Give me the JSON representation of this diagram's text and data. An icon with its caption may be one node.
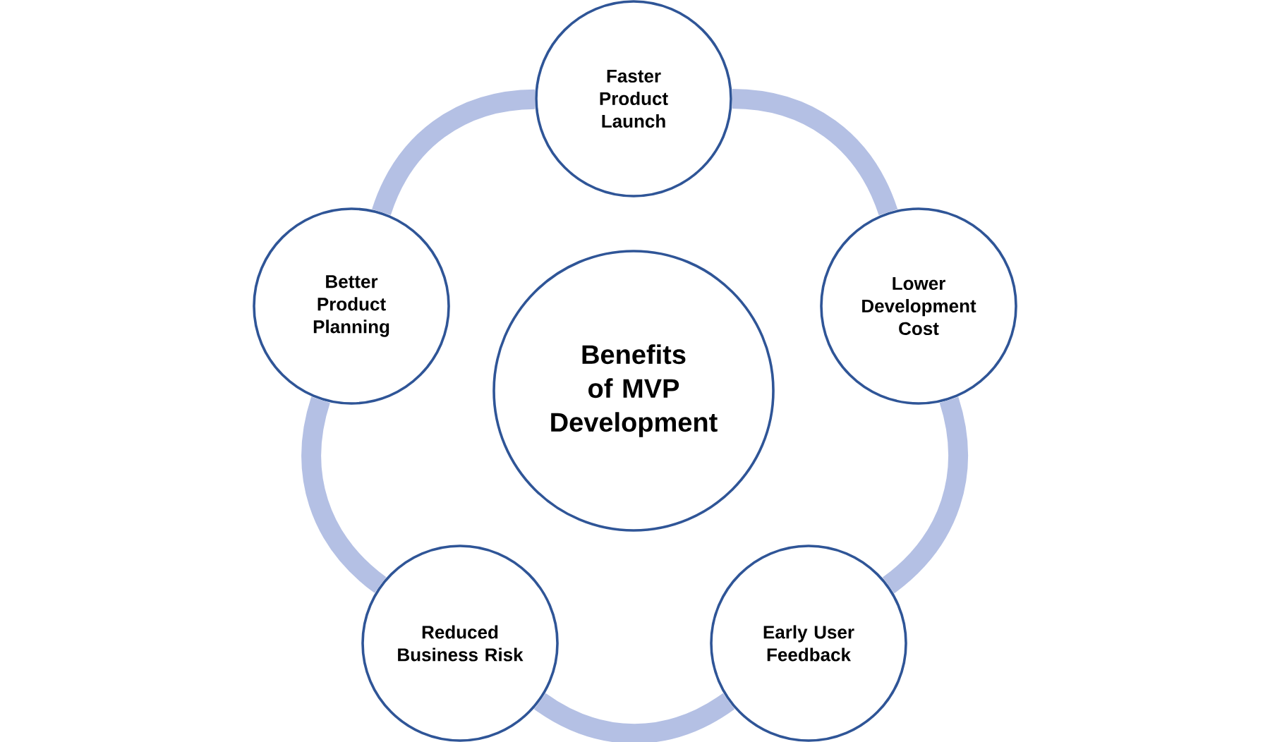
{
  "diagram": {
    "nodes": [
      {
        "text": [
          "Benefits of MVP Development"
        ]
      },
      {
        "text": [
          "Faster Product Launch"
        ]
      },
      {
        "text": [
          "Lower Development Cost"
        ]
      },
      {
        "text": [
          "Early User Feedback"
        ]
      },
      {
        "text": [
          "Reduced Business Risk"
        ]
      },
      {
        "text": [
          "Better Product Planning"
        ]
      }
    ],
    "edges": [
      {
        "from": 1,
        "to": 2,
        "arrow": "none"
      },
      {
        "from": 2,
        "to": 3,
        "arrow": "none"
      },
      {
        "from": 3,
        "to": 4,
        "arrow": "none"
      },
      {
        "from": 4,
        "to": 5,
        "arrow": "none"
      },
      {
        "from": 5,
        "to": 1,
        "arrow": "none"
      }
    ]
  }
}
